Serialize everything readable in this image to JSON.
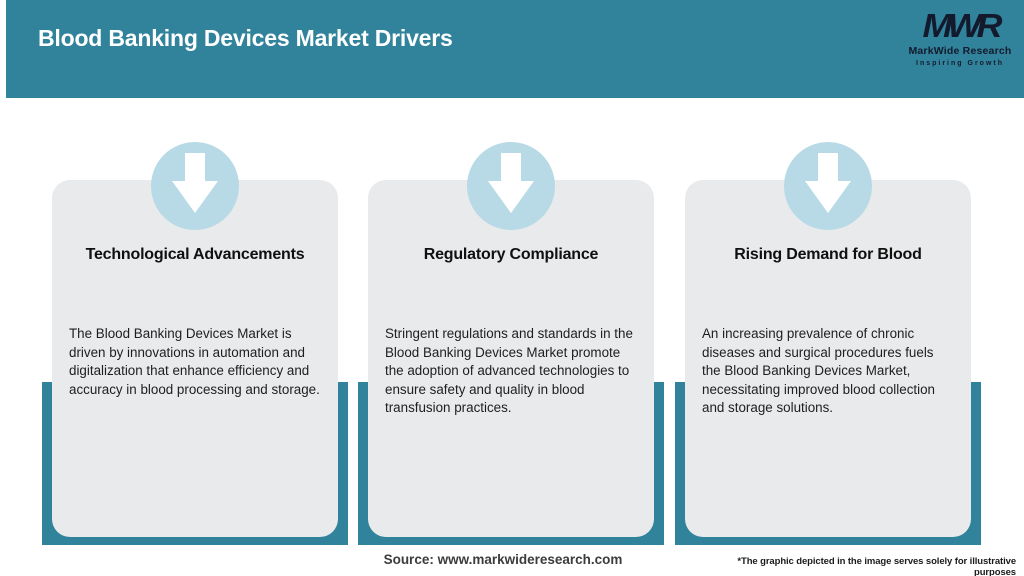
{
  "colors": {
    "teal": "#30839B",
    "card_background": "#E8EAEB",
    "circle_blue": "#B7DAE6",
    "logo_dark": "#141A2D",
    "header_text": "#FFFFFF",
    "body_text": "#1E1E1E"
  },
  "header": {
    "title": "Blood Banking Devices Market Drivers",
    "logo": {
      "monogram": "MWR",
      "name": "MarkWide Research",
      "tagline": "Inspiring Growth"
    }
  },
  "cards": [
    {
      "icon": "arrow-down-icon",
      "title": "Technological Advancements",
      "body": "The Blood Banking Devices Market is driven by innovations in automation and digitalization that enhance efficiency and accuracy in blood processing and storage."
    },
    {
      "icon": "arrow-down-icon",
      "title": "Regulatory Compliance",
      "body": "Stringent regulations and standards in the Blood Banking Devices Market promote the adoption of advanced technologies to ensure safety and quality in blood transfusion practices."
    },
    {
      "icon": "arrow-down-icon",
      "title": "Rising Demand for Blood",
      "body": "An increasing prevalence of chronic diseases and surgical procedures fuels the Blood Banking Devices Market, necessitating improved blood collection and storage solutions."
    }
  ],
  "footer": {
    "source": "Source: www.markwideresearch.com",
    "disclaimer": "*The graphic depicted in the image serves solely for illustrative purposes"
  }
}
